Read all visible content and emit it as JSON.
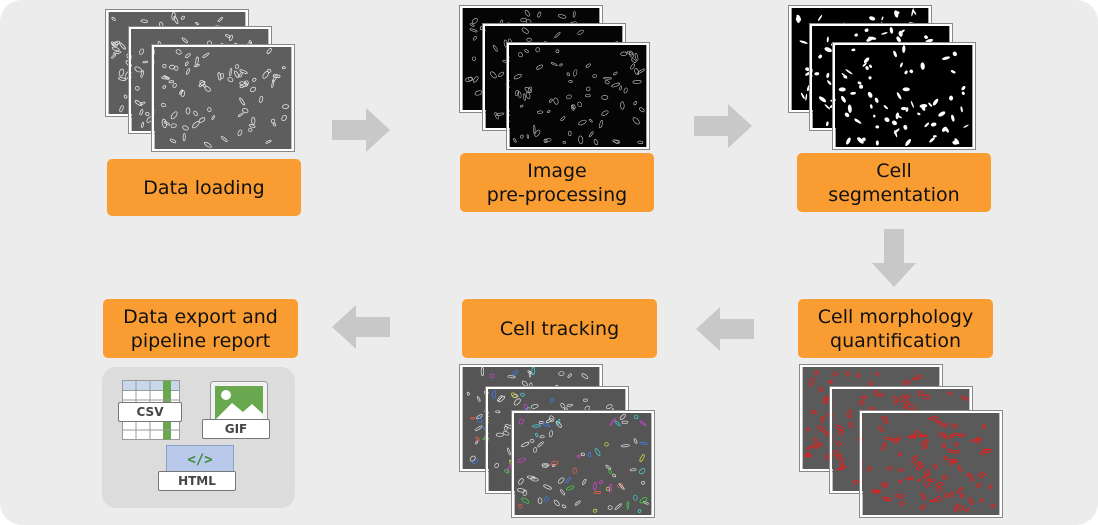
{
  "steps": {
    "data_loading": [
      "Data loading"
    ],
    "preprocessing": [
      "Image",
      "pre-processing"
    ],
    "segmentation": [
      "Cell",
      "segmentation"
    ],
    "morphology": [
      "Cell morphology",
      "quantification"
    ],
    "tracking": [
      "Cell tracking"
    ],
    "export": [
      "Data export and",
      "pipeline report"
    ]
  },
  "files": {
    "csv": "CSV",
    "gif": "GIF",
    "html": "HTML",
    "html_glyph": "</>"
  },
  "colors": {
    "step_fill": "#f99d33",
    "arrow": "#c8c8c8",
    "panel": "#ececec",
    "export_box": "#dcdcdc",
    "segmentation_overlay": "#e02020",
    "csv_accent": "#6aa84f",
    "html_accent": "#3c8c3c"
  },
  "icons": {
    "csv": "spreadsheet-icon",
    "gif": "image-icon",
    "html": "code-icon"
  }
}
